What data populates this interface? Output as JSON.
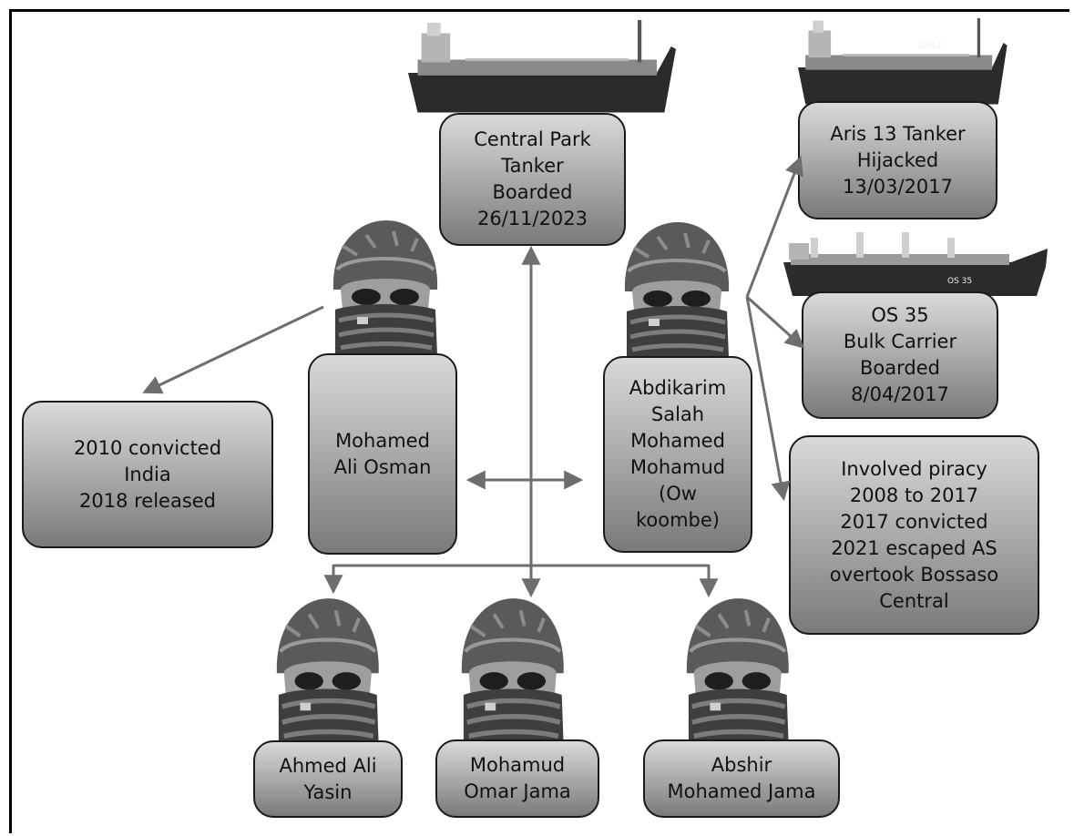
{
  "boxes": {
    "central_park": "Central Park\nTanker\nBoarded\n26/11/2023",
    "aris13": "Aris 13 Tanker\nHijacked\n13/03/2017",
    "os35": "OS 35\nBulk Carrier\nBoarded\n8/04/2017",
    "india": "2010 convicted\nIndia\n2018 released",
    "mohamed_ali": "Mohamed\nAli Osman",
    "abdikarim": "Abdikarim\nSalah\nMohamed\nMohamud\n(Ow\nkoombe)",
    "involved": "Involved piracy\n2008 to 2017\n2017 convicted\n2021 escaped  AS\novertook Bossaso\nCentral",
    "ahmed": "Ahmed Ali\nYasin",
    "mohamud": "Mohamud\nOmar Jama",
    "abshir": "Abshir\nMohamed Jama"
  },
  "ship_labels": {
    "aris13_hull": "ARIS 13",
    "os35_hull": "OS 35"
  },
  "icons": {
    "ship": "tanker-ship-icon",
    "person": "masked-person-icon"
  },
  "colors": {
    "box_top": "#d9d9d9",
    "box_bottom": "#7a7a7a",
    "arrow": "#6e6e6e"
  }
}
